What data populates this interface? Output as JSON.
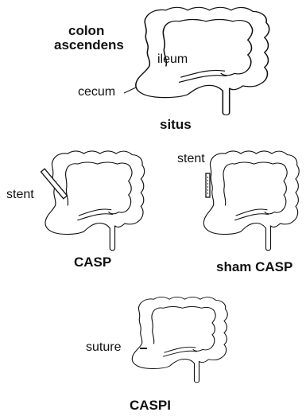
{
  "figure": {
    "panels": [
      {
        "id": "situs",
        "caption": "situs",
        "labels": {
          "colon_ascendens_line1": "colon",
          "colon_ascendens_line2": "ascendens",
          "ileum": "ileum",
          "cecum": "cecum"
        }
      },
      {
        "id": "casp",
        "caption": "CASP",
        "labels": {
          "stent": "stent"
        }
      },
      {
        "id": "sham_casp",
        "caption": "sham CASP",
        "labels": {
          "stent": "stent"
        }
      },
      {
        "id": "caspi",
        "caption": "CASPI",
        "labels": {
          "suture": "suture"
        }
      }
    ]
  },
  "colors": {
    "line": "#111111",
    "background": "#ffffff"
  }
}
